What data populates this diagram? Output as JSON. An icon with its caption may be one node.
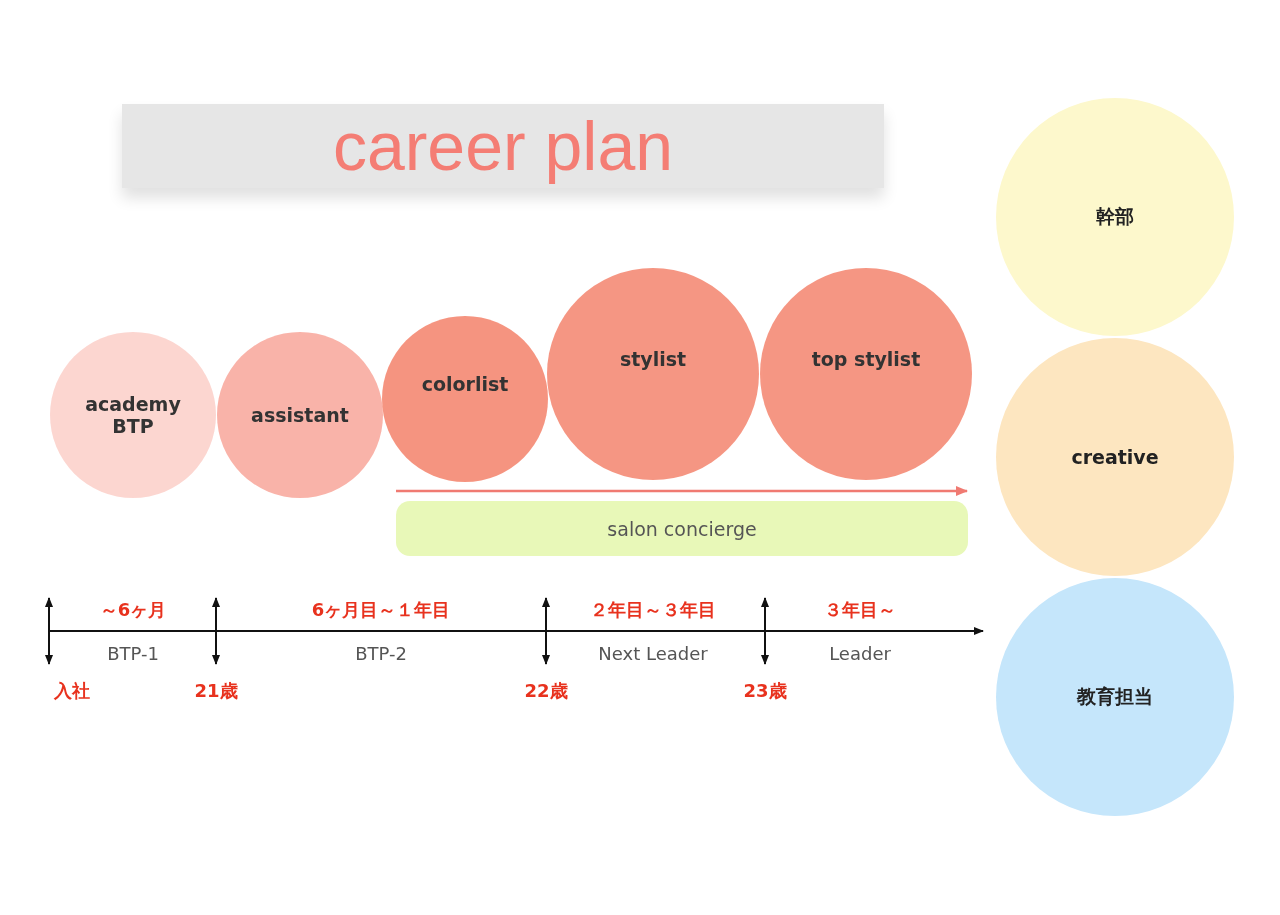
{
  "diagram": {
    "title": "career plan",
    "nodes": [
      {
        "text": [
          "academy BTP"
        ]
      },
      {
        "text": [
          "assistant"
        ]
      },
      {
        "text": [
          "colorlist"
        ]
      },
      {
        "text": [
          "stylist"
        ]
      },
      {
        "text": [
          "top stylist"
        ]
      },
      {
        "text": [
          "salon concierge"
        ]
      },
      {
        "text": [
          "幹部"
        ]
      },
      {
        "text": [
          "creative"
        ]
      },
      {
        "text": [
          "教育担当"
        ]
      }
    ],
    "labels": [
      "～6ヶ月",
      "6ヶ月目～１年目",
      "２年目～３年目",
      "３年目～",
      "BTP-1",
      "BTP-2",
      "Next Leader",
      "Leader",
      "入社",
      "21歳",
      "22歳",
      "23歳"
    ]
  }
}
